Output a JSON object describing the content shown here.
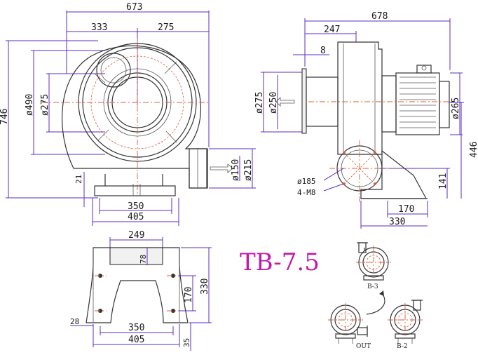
{
  "model": "TB-7.5",
  "front_view": {
    "overall_width": "673",
    "left_width": "333",
    "right_width": "275",
    "overall_height": "746",
    "dia_outer": "ø490",
    "dia_inlet": "ø275",
    "dia_outlet_flange": "ø215",
    "dia_outlet": "ø150",
    "base_offset": "21",
    "base_holes": "350",
    "base_width": "405"
  },
  "side_view": {
    "overall_length": "678",
    "to_flange": "247",
    "flange_thickness": "8",
    "dia_275": "ø275",
    "dia_250": "ø250",
    "dia_motor": "ø265",
    "height_446": "446",
    "height_141": "141",
    "dia_185": "ø185",
    "bolts": "4-M8",
    "base_170": "170",
    "base_330": "330"
  },
  "base_view": {
    "top_width": "249",
    "top_depth": "78",
    "inner_170": "170",
    "height_330": "330",
    "edge_28": "28",
    "holes_350": "350",
    "width_405": "405",
    "bottom_35": "35"
  },
  "orientation": {
    "label_b3": "B-3",
    "label_out": "OUT",
    "label_b2": "B-2"
  },
  "colors": {
    "dimension": "#5b2dbf",
    "centerline": "#e05a3a",
    "title": "#c01aa8"
  }
}
